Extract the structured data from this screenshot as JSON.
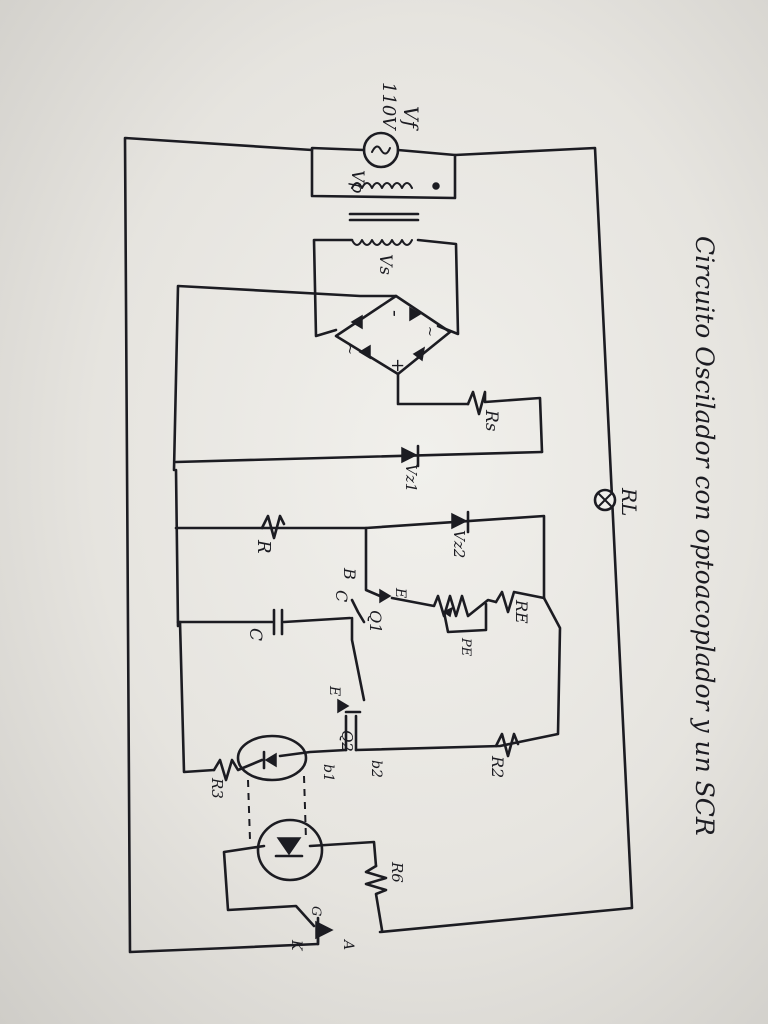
{
  "diagram": {
    "title": "Circuito Oscilador con optoacoplador y un SCR",
    "labels": {
      "source_name": "Vf",
      "source_voltage": "110V",
      "primary_voltage": "Vp",
      "secondary_voltage": "Vs",
      "bridge_minus": "-",
      "bridge_plus": "+",
      "bridge_ac_left": "~",
      "bridge_ac_right": "~",
      "r_series": "Rs",
      "zener_1": "Vz1",
      "zener_2": "Vz2",
      "lamp": "RL",
      "r_timing": "R",
      "capacitor": "C",
      "q1_base_collector": "B",
      "q1_collector": "C",
      "q1_emitter": "E",
      "q1": "Q1",
      "r_emitter": "RE",
      "r_pot": "PE",
      "q2_emitter": "E",
      "q2": "Q2",
      "r2": "R2",
      "b1": "b1",
      "b2": "b2",
      "r3": "R3",
      "r6": "R6",
      "scr_gate": "G",
      "scr_anode": "A",
      "scr_cathode": "K"
    }
  }
}
